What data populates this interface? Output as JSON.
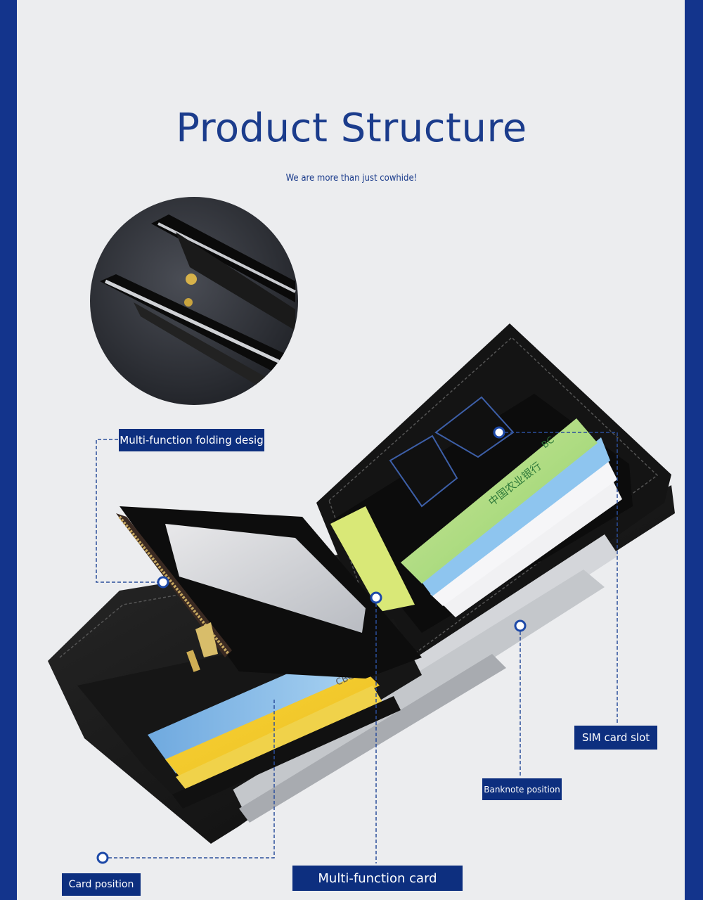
{
  "header": {
    "title": "Product Structure",
    "subtitle": "We are more than just cowhide!"
  },
  "callouts": {
    "folding": "Multi-function folding desig",
    "sim_slot": "SIM card slot",
    "banknote": "Banknote position",
    "card_position": "Card position",
    "multi_card": "Multi-function card"
  },
  "card_text": {
    "bank_cn": "中国农业银行",
    "bank_en": "BC",
    "lower_bank": "CBC"
  },
  "colors": {
    "accent": "#0d2f7f",
    "title": "#1b3c8c",
    "background": "#ecedef",
    "leather": "#111111"
  }
}
